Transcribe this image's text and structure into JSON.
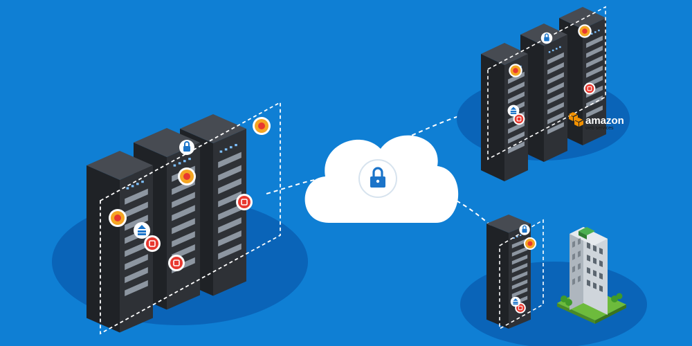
{
  "colors": {
    "background": "#0f7fd4",
    "platform": "#0a64b8",
    "cloud": "#ffffff",
    "lock": "#1b74c9",
    "rack_front": "#2e3136",
    "rack_side": "#1f2226",
    "rack_top": "#474b52",
    "panel": "#8d96a1",
    "alert_red": "#e8382f",
    "sunburst": "#f5a623",
    "building": "#b9c1c8",
    "grass": "#6dbb3c",
    "aws_orange": "#f29100"
  },
  "icons": [
    "lock-icon",
    "sunburst-icon",
    "alert-icon",
    "database-stack-icon",
    "amazon-logo",
    "cloud-icon",
    "office-building"
  ],
  "aws_logo": {
    "wordmark": "amazon",
    "tagline": "web services"
  }
}
